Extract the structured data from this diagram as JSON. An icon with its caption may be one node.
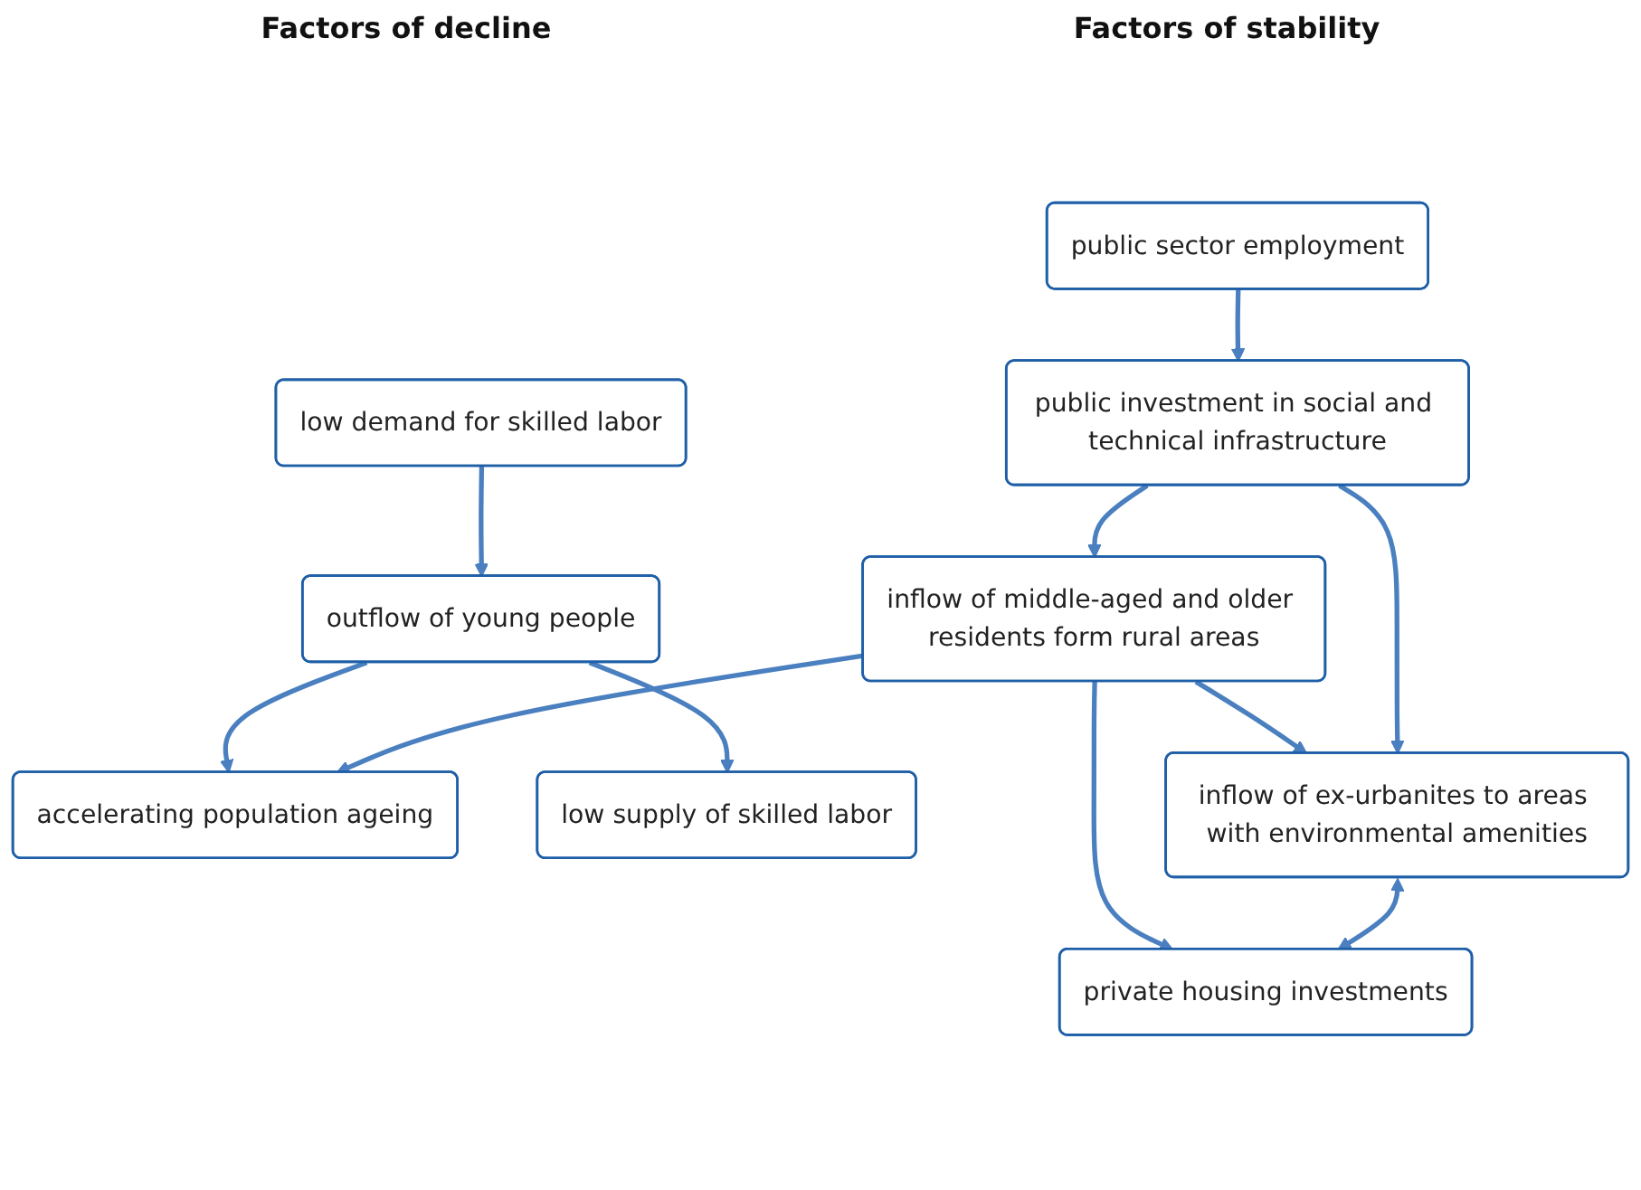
{
  "diagram": {
    "nodes": [
      {
        "text": [
          "low demand for skilled labor"
        ]
      },
      {
        "text": [
          "outflow of young people"
        ]
      },
      {
        "text": [
          "accelerating population ageing"
        ]
      },
      {
        "text": [
          "low supply of skilled labor"
        ]
      },
      {
        "text": [
          "public sector employment"
        ]
      },
      {
        "text": [
          "public investment in social and technical infrastructure"
        ]
      },
      {
        "text": [
          "inflow of middle-aged and older residents form rural areas"
        ]
      },
      {
        "text": [
          "inflow of ex-urbanites to areas with environmental amenities"
        ]
      },
      {
        "text": [
          "private housing investments"
        ]
      }
    ],
    "edges": [
      {
        "from": 0,
        "to": 1,
        "arrow": "to"
      },
      {
        "from": 1,
        "to": 2,
        "arrow": "to"
      },
      {
        "from": 1,
        "to": 3,
        "arrow": "to"
      },
      {
        "from": 4,
        "to": 5,
        "arrow": "to"
      },
      {
        "from": 5,
        "to": 6,
        "arrow": "to"
      },
      {
        "from": 6,
        "to": 2,
        "arrow": "to"
      },
      {
        "from": 6,
        "to": 7,
        "arrow": "to"
      },
      {
        "from": 6,
        "to": 8,
        "arrow": "to"
      },
      {
        "from": 5,
        "to": 7,
        "arrow": "to"
      },
      {
        "from": 7,
        "to": 8,
        "arrow": "both"
      }
    ],
    "labels": [
      "Factors of decline",
      "Factors of stability"
    ]
  }
}
